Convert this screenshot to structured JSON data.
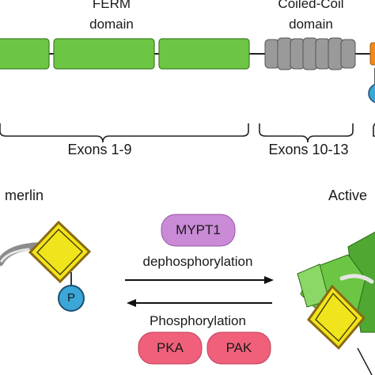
{
  "domains": {
    "ferm": {
      "line1": "FERM",
      "line2": "domain"
    },
    "coiled_coil": {
      "line1": "Coiled-Coil",
      "line2": "domain"
    }
  },
  "exons": {
    "ferm": "Exons 1-9",
    "coiled_coil": "Exons 10-13"
  },
  "states": {
    "left": "merlin",
    "right": "Active"
  },
  "reactions": {
    "forward": "dephosphorylation",
    "reverse": "Phosphorylation"
  },
  "enzymes": {
    "phosphatase": "MYPT1",
    "kinases": [
      "PKA",
      "PAK"
    ]
  },
  "phospho_label": "P",
  "colors": {
    "ferm_green": "#6cc644",
    "coil_gray": "#9a9a9a",
    "phospho_blue": "#3aa7d8",
    "mypt1_purple": "#c98ad6",
    "kinase_pink": "#f0607a",
    "square_yellow": "#f0e51c",
    "square_border": "#8a6a14",
    "linker_orange": "#f08a1c"
  }
}
